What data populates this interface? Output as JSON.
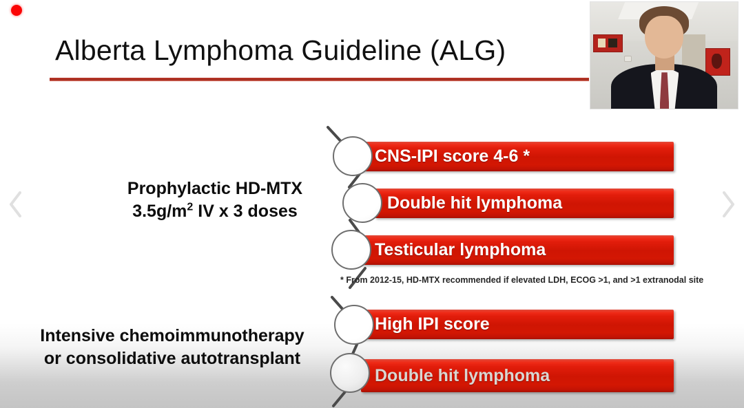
{
  "slide": {
    "title": "Alberta Lymphoma Guideline (ALG)",
    "footnote": "* From 2012-15, HD-MTX recommended if elevated LDH, ECOG >1, and >1 extranodal site",
    "accent_red": "#cf1503",
    "rule_red": "#9e2a1c",
    "recording_dot_color": "#fb0505"
  },
  "groups": [
    {
      "label_line1": "Prophylactic HD-MTX",
      "label_line2_pre": "3.5g/m",
      "label_line2_sup": "2",
      "label_line2_post": " IV x 3 doses",
      "items": [
        {
          "text": "CNS-IPI score 4-6 *"
        },
        {
          "text": "Double hit lymphoma"
        },
        {
          "text": "Testicular lymphoma"
        }
      ]
    },
    {
      "label_line1": "Intensive chemoimmunotherapy",
      "label_line2": "or consolidative autotransplant",
      "items": [
        {
          "text": "High IPI score"
        },
        {
          "text": "Double hit lymphoma"
        }
      ]
    }
  ],
  "video": {
    "presenter_description": "presenter-webcam-feed"
  },
  "nav": {
    "prev_label": "previous-slide",
    "next_label": "next-slide"
  }
}
